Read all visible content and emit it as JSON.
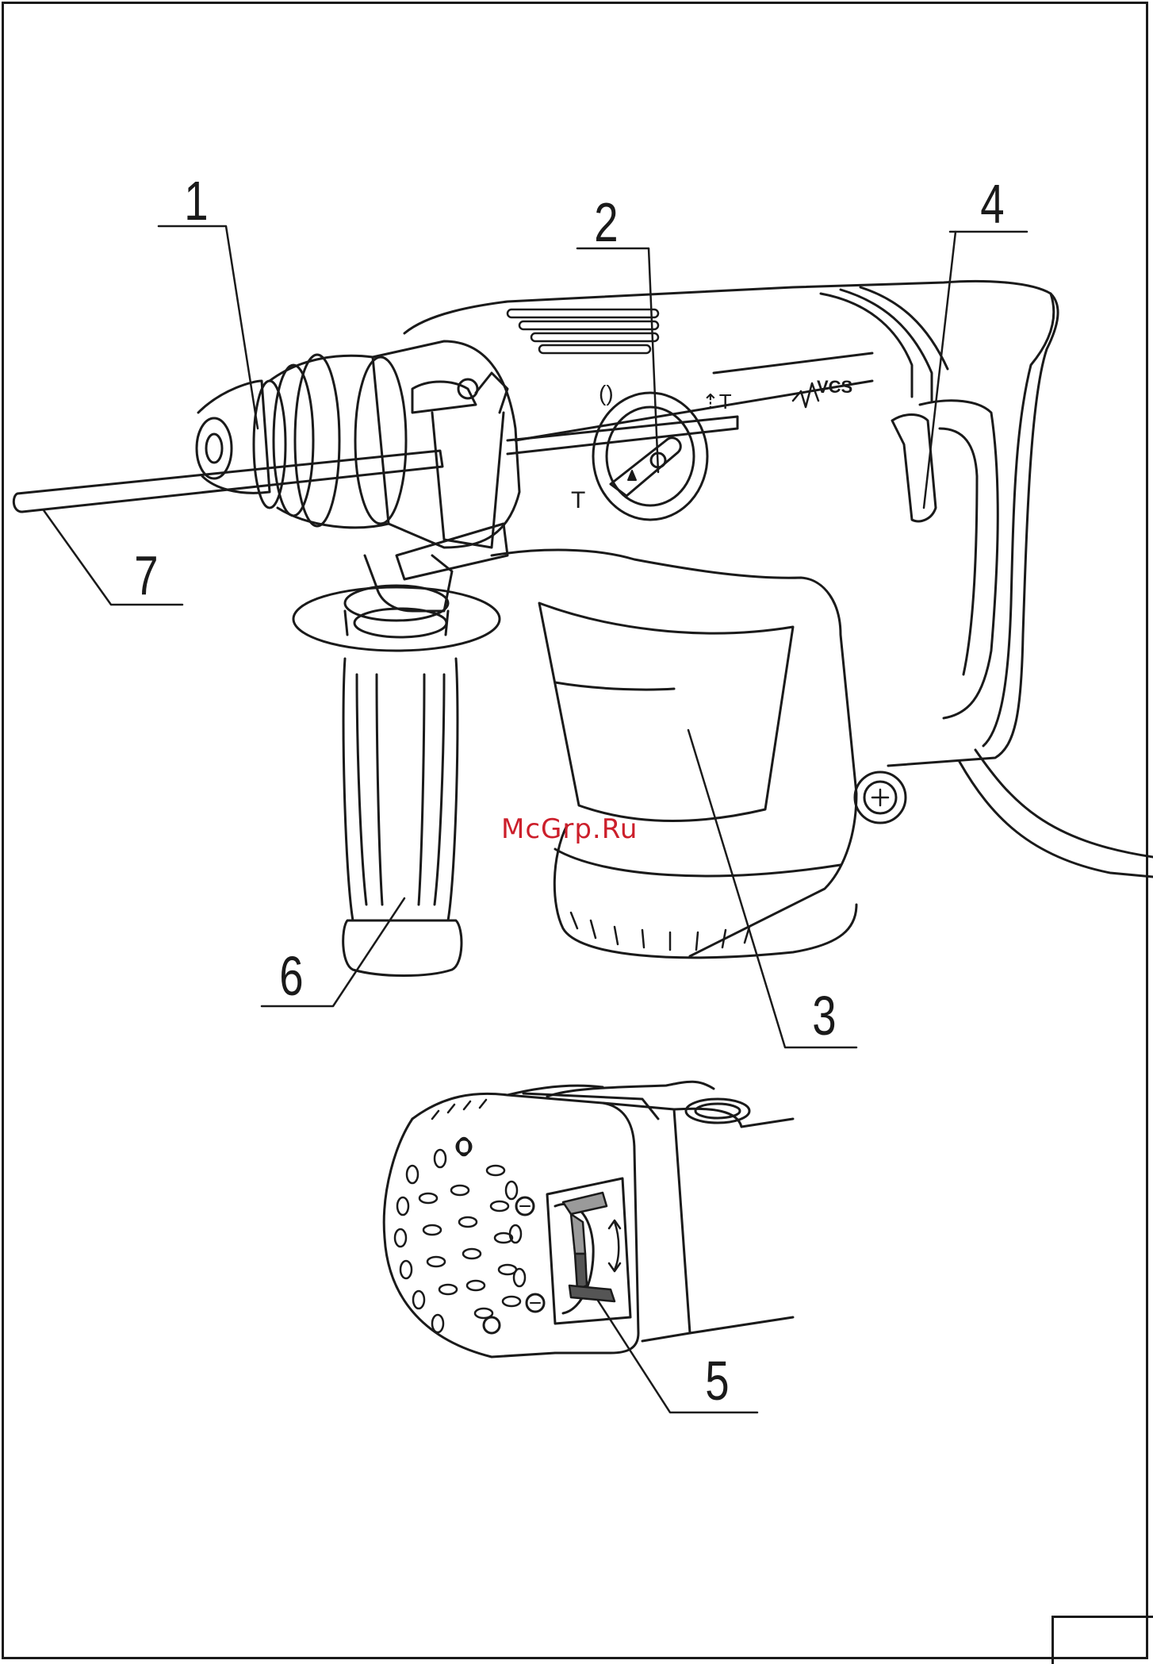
{
  "figure": {
    "callouts": [
      {
        "id": "callout-1",
        "label": "1"
      },
      {
        "id": "callout-2",
        "label": "2"
      },
      {
        "id": "callout-3",
        "label": "3"
      },
      {
        "id": "callout-4",
        "label": "4"
      },
      {
        "id": "callout-5",
        "label": "5"
      },
      {
        "id": "callout-6",
        "label": "6"
      },
      {
        "id": "callout-7",
        "label": "7"
      }
    ],
    "brand_logo": "VCS",
    "watermark": "McGrp.Ru",
    "colors": {
      "line": "#1a1a1a",
      "watermark": "#cc1f2b",
      "switch_grey": "#9a9a9a",
      "switch_dark": "#555555"
    }
  }
}
